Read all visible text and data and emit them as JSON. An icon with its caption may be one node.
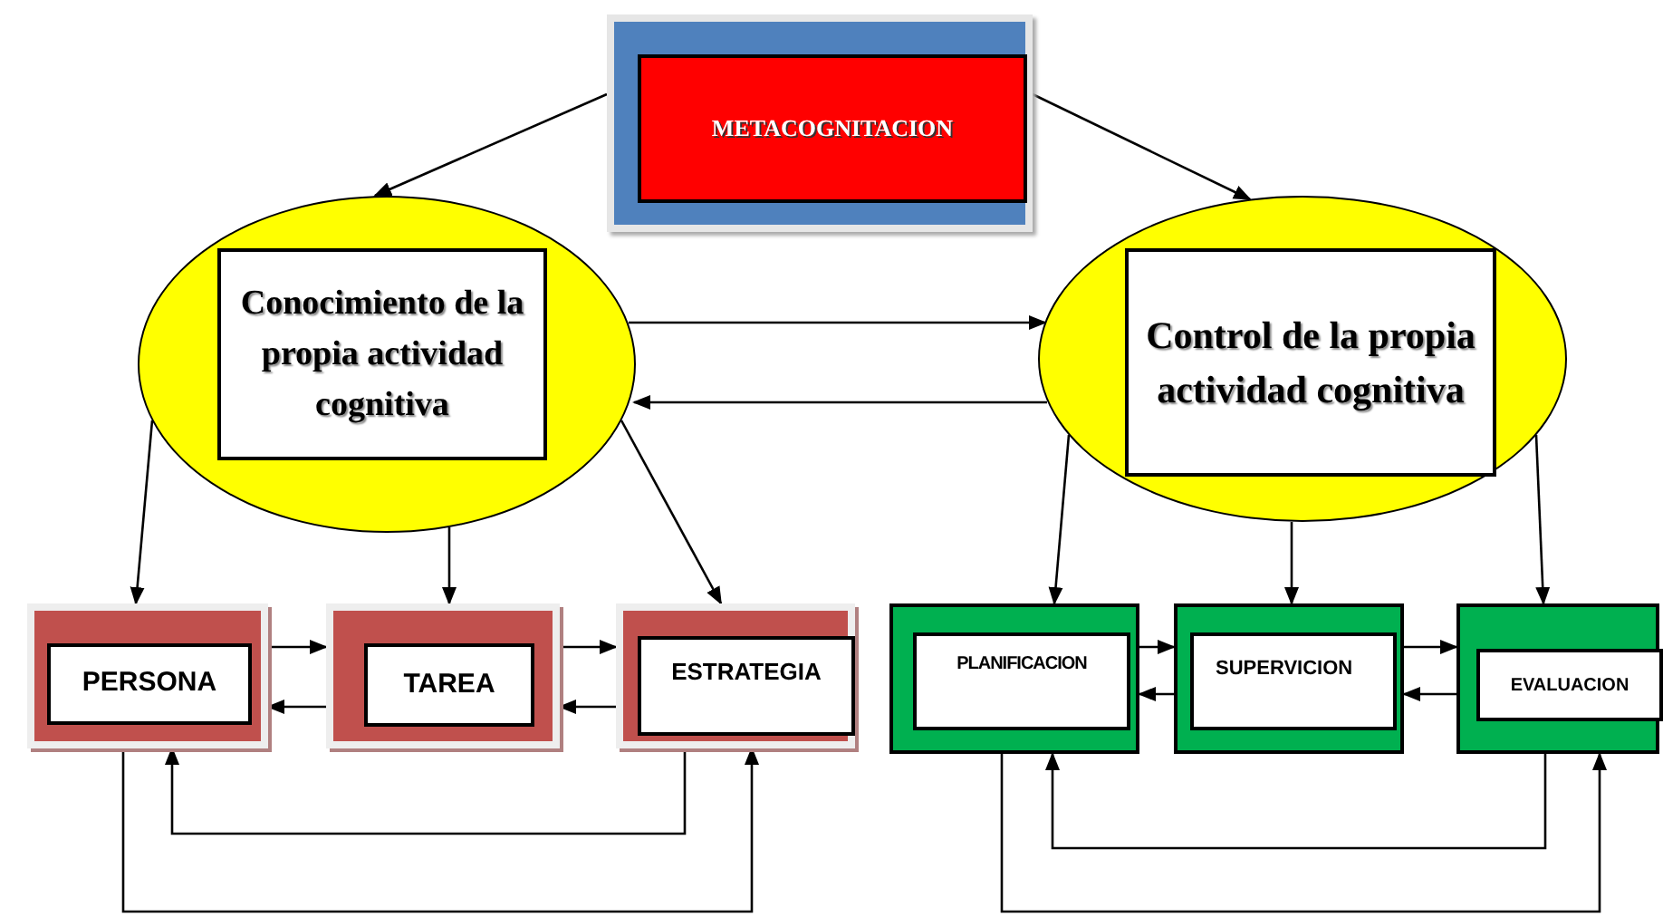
{
  "diagram": {
    "nodes": [
      {
        "text": [],
        "shape": "box"
      },
      {
        "text": [
          "METACOGNITACION"
        ],
        "in": 0
      },
      {
        "text": [],
        "shape": "ellipse"
      },
      {
        "text": [
          "Conocimiento de la propia actividad cognitiva"
        ],
        "in": 2
      },
      {
        "text": [],
        "shape": "ellipse"
      },
      {
        "text": [
          "Control de la propia actividad cognitiva"
        ],
        "in": 4
      },
      {
        "text": [],
        "shape": "box"
      },
      {
        "text": [
          "PERSONA"
        ],
        "in": 6
      },
      {
        "text": [],
        "shape": "box"
      },
      {
        "text": [
          "TAREA"
        ],
        "in": 8
      },
      {
        "text": [],
        "shape": "box"
      },
      {
        "text": [
          "ESTRATEGIA"
        ],
        "in": 10
      },
      {
        "text": [],
        "shape": "box"
      },
      {
        "text": [
          "PLANIFICACION"
        ],
        "in": 12
      },
      {
        "text": [],
        "shape": "box"
      },
      {
        "text": [
          "SUPERVICION"
        ],
        "in": 14
      },
      {
        "text": [],
        "shape": "box"
      },
      {
        "text": [
          "EVALUACION"
        ],
        "in": 16
      }
    ],
    "edges": [
      {
        "from": 0,
        "to": 2,
        "arrow": "to"
      },
      {
        "from": 0,
        "to": 4,
        "arrow": "to"
      },
      {
        "from": 2,
        "to": 4,
        "arrow": "to"
      },
      {
        "from": 4,
        "to": 2,
        "arrow": "to"
      },
      {
        "from": 2,
        "to": 6,
        "arrow": "to"
      },
      {
        "from": 2,
        "to": 8,
        "arrow": "to"
      },
      {
        "from": 2,
        "to": 10,
        "arrow": "to"
      },
      {
        "from": 4,
        "to": 12,
        "arrow": "to"
      },
      {
        "from": 4,
        "to": 14,
        "arrow": "to"
      },
      {
        "from": 4,
        "to": 16,
        "arrow": "to"
      },
      {
        "from": 6,
        "to": 8,
        "arrow": "to"
      },
      {
        "from": 8,
        "to": 6,
        "arrow": "to"
      },
      {
        "from": 8,
        "to": 10,
        "arrow": "to"
      },
      {
        "from": 10,
        "to": 8,
        "arrow": "to"
      },
      {
        "from": 12,
        "to": 14,
        "arrow": "to"
      },
      {
        "from": 14,
        "to": 12,
        "arrow": "to"
      },
      {
        "from": 14,
        "to": 16,
        "arrow": "to"
      },
      {
        "from": 16,
        "to": 14,
        "arrow": "to"
      },
      {
        "from": 10,
        "to": 6,
        "arrow": "to"
      },
      {
        "from": 6,
        "to": 10,
        "arrow": "to"
      },
      {
        "from": 16,
        "to": 12,
        "arrow": "to"
      },
      {
        "from": 12,
        "to": 16,
        "arrow": "to"
      }
    ]
  }
}
